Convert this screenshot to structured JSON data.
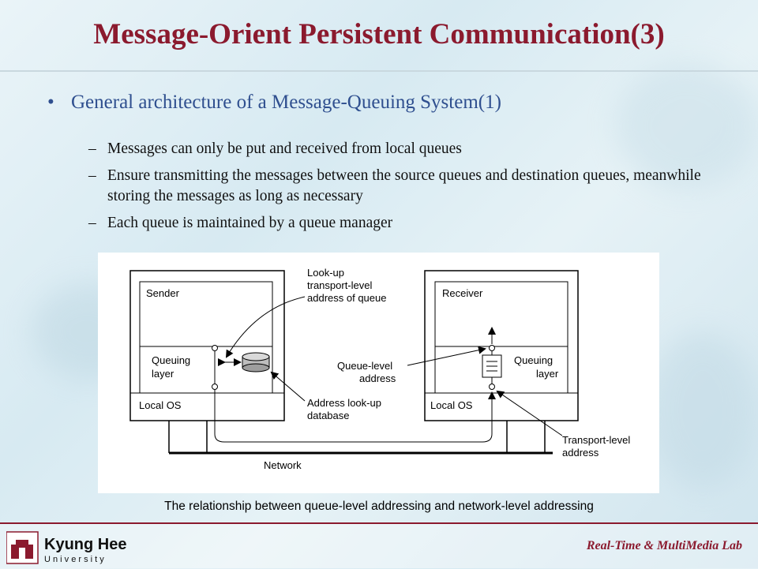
{
  "slide": {
    "title": "Message-Orient Persistent Communication(3)",
    "bullet": "General architecture of a Message-Queuing System(1)",
    "sub_bullets": [
      "Messages can only be put and received from local queues",
      "Ensure transmitting the messages between the source queues and destination queues, meanwhile storing the messages as long as necessary",
      "Each queue is maintained by a queue manager"
    ],
    "caption": "The relationship between queue-level addressing and network-level addressing"
  },
  "figure": {
    "sender": "Sender",
    "receiver": "Receiver",
    "queuing_layer_left": [
      "Queuing",
      "layer"
    ],
    "queuing_layer_right": [
      "Queuing",
      "layer"
    ],
    "local_os_left": "Local OS",
    "local_os_right": "Local OS",
    "lookup_label": [
      "Look-up",
      "transport-level",
      "address of queue"
    ],
    "queue_level_label": [
      "Queue-level",
      "address"
    ],
    "address_db_label": [
      "Address look-up",
      "database"
    ],
    "transport_label": [
      "Transport-level",
      "address"
    ],
    "network": "Network"
  },
  "footer": {
    "university_line1": "Kyung Hee",
    "university_line2": "U n i v e r s i t y",
    "lab": "Real-Time & MultiMedia Lab"
  },
  "colors": {
    "title": "#8b1a2e",
    "bullet": "#2f4f8f",
    "footer_rule": "#8b1a2e"
  }
}
